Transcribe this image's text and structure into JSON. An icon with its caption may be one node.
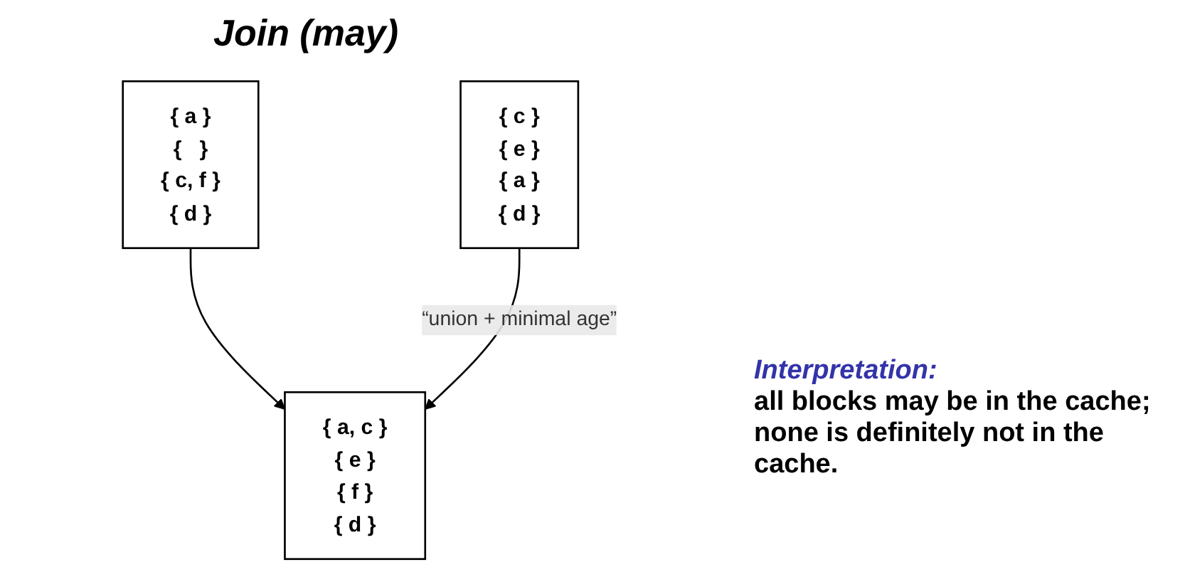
{
  "diagram": {
    "title": "Join (may)",
    "nodes": [
      {
        "text": [
          "{ a }",
          "{   }",
          "{ c, f }",
          "{ d }"
        ]
      },
      {
        "text": [
          "{ c }",
          "{ e }",
          "{ a }",
          "{ d }"
        ]
      },
      {
        "text": [
          "{ a, c }",
          "{ e }",
          "{ f }",
          "{ d }"
        ]
      }
    ],
    "edges": [
      {
        "from": 0,
        "to": 2,
        "arrow": "to"
      },
      {
        "from": 1,
        "to": 2,
        "arrow": "to",
        "label": "“union + minimal age”"
      }
    ],
    "labels": [
      "Interpretation:",
      "all blocks may be in the cache; none is definitely not in the cache."
    ]
  }
}
